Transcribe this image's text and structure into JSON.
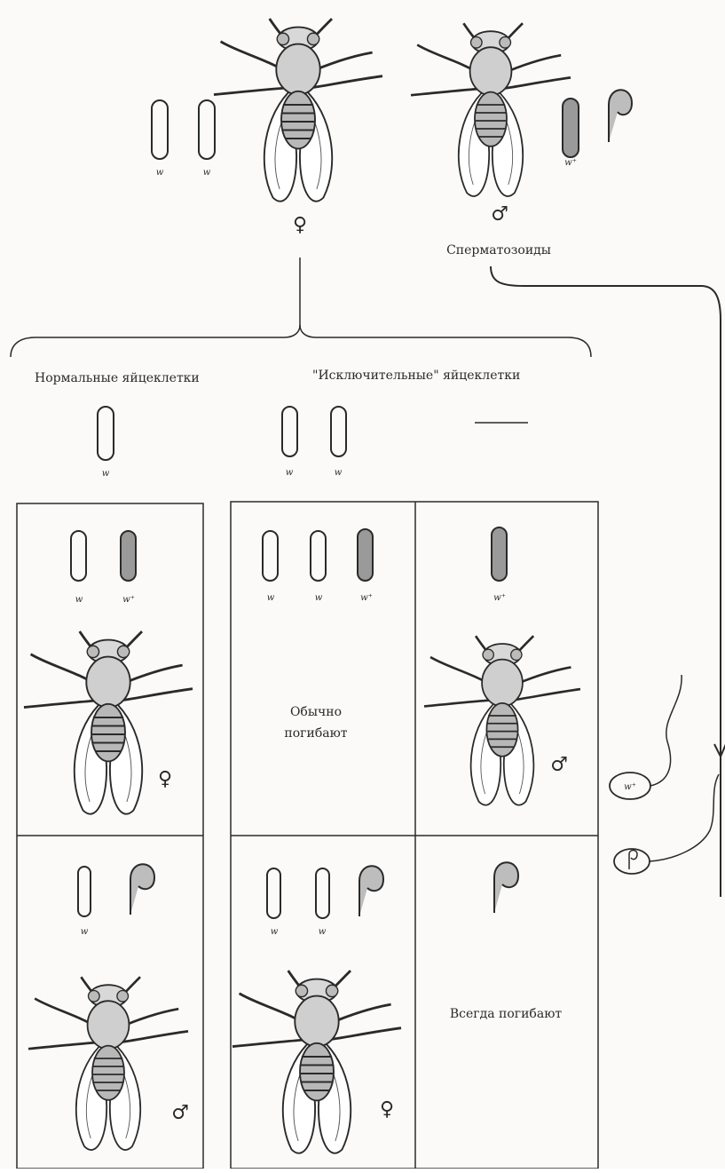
{
  "parents": {
    "female": {
      "symbol": "♀",
      "chromosome_labels": [
        "w",
        "w"
      ]
    },
    "male": {
      "symbol": "♂",
      "chromosome_labels": [
        "w⁺"
      ],
      "gamete_label": "Сперматозоиды"
    }
  },
  "eggs": {
    "normal": {
      "label": "Нормальные яйцеклетки",
      "chromosome_labels": [
        "w"
      ]
    },
    "exceptional": {
      "label": "\"Исключительные\" яйцеклетки",
      "chromosome_labels": [
        "w",
        "w"
      ]
    }
  },
  "sperm": {
    "x_sperm_label": "w⁺"
  },
  "grid": {
    "r1c1": {
      "chromosome_labels": [
        "w",
        "w⁺"
      ],
      "symbol": "♀"
    },
    "r1c2": {
      "chromosome_labels": [
        "w",
        "w",
        "w⁺"
      ],
      "note_line1": "Обычно",
      "note_line2": "погибают"
    },
    "r1c3": {
      "chromosome_labels": [
        "w⁺"
      ],
      "symbol": "♂"
    },
    "r2c1": {
      "chromosome_labels": [
        "w"
      ],
      "symbol": "♂"
    },
    "r2c2": {
      "chromosome_labels": [
        "w",
        "w"
      ],
      "symbol": "♀"
    },
    "r2c3": {
      "note": "Всегда погибают"
    }
  },
  "colors": {
    "ink": "#2a2a2a",
    "shaded": "#9a9a9a",
    "paper": "#fbfaf8"
  }
}
